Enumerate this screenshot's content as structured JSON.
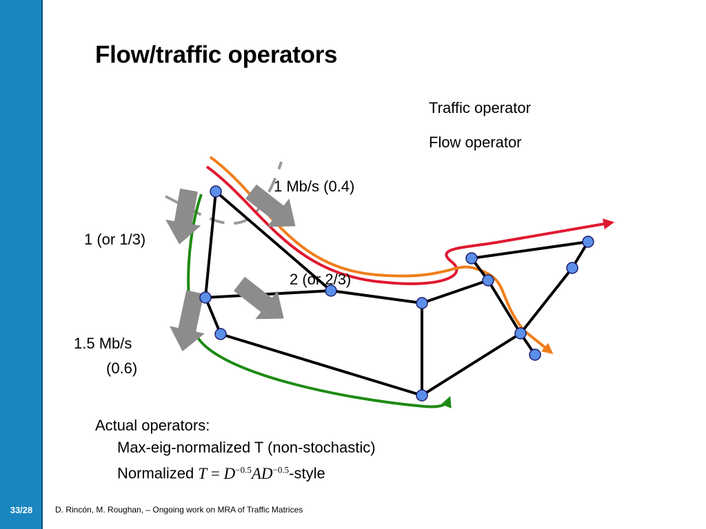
{
  "slide": {
    "page": "33/28",
    "title": "Flow/traffic operators",
    "footer": "D. Rincón, M. Roughan, –  Ongoing work on MRA of Traffic Matrices"
  },
  "colors": {
    "sidebar": "#1a86c0",
    "traffic_operator": "#f07d1a",
    "flow_operator": "#e01830",
    "green_flow": "#1e8a14",
    "node": "#5b8fe8",
    "arrow": "#8c8c8c"
  },
  "legend": {
    "traffic": "Traffic operator",
    "flow": "Flow operator"
  },
  "labels": {
    "top_rate": "1 Mb/s (0.4)",
    "left_split": "1 (or 1/3)",
    "mid_split": "2 (or 2/3)",
    "bottom_rate_1": "1.5 Mb/s",
    "bottom_rate_2": "(0.6)"
  },
  "notes": {
    "heading": "Actual operators:",
    "line1": "Max-eig-normalized T (non-stochastic)",
    "line2_prefix": "Normalized ",
    "formula_T": "T",
    "formula_eq": " = ",
    "formula_D1": "D",
    "formula_exp1": "−0.5",
    "formula_AD": "AD",
    "formula_exp2": "−0.5",
    "line2_suffix": "-style"
  }
}
